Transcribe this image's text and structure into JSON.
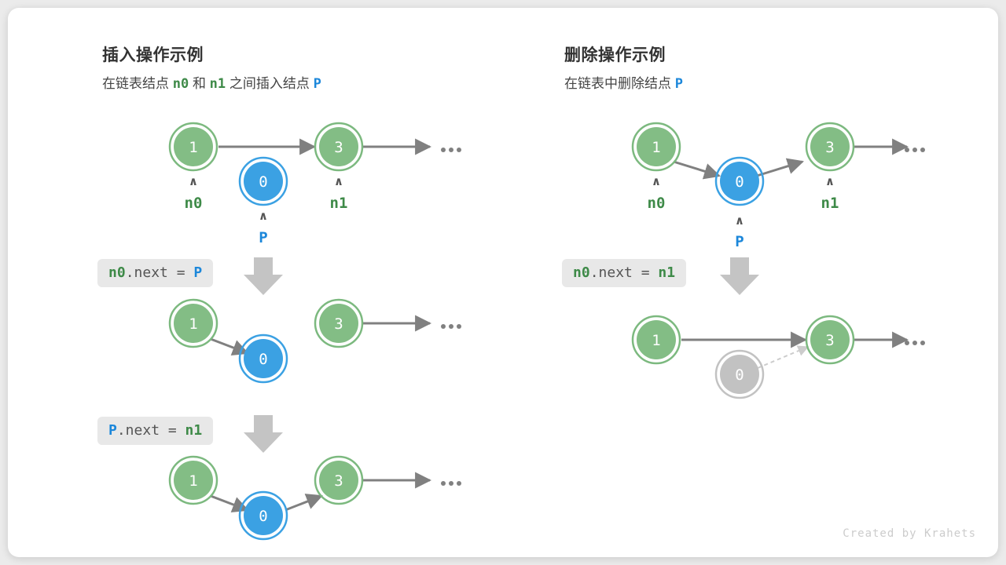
{
  "colors": {
    "node_green_fill": "#83bd85",
    "node_green_ring": "#7cb97f",
    "node_blue_fill": "#3ba1e3",
    "node_blue_ring": "#3ba1e3",
    "node_gray_fill": "#c2c2c2",
    "node_gray_ring": "#c2c2c2",
    "arrow": "#808080",
    "label_green": "#3e8a48",
    "label_blue": "#1c87da",
    "code_bg": "#e8e8e8",
    "card_bg": "#ffffff",
    "page_bg": "#ebebeb",
    "credit": "#cccccc"
  },
  "panels": [
    {
      "id": "insert",
      "title": "插入操作示例",
      "subtitle_parts": [
        {
          "text": "在链表结点 ",
          "style": "plain"
        },
        {
          "text": "n0",
          "style": "green"
        },
        {
          "text": " 和 ",
          "style": "plain"
        },
        {
          "text": "n1",
          "style": "green"
        },
        {
          "text": " 之间插入结点 ",
          "style": "plain"
        },
        {
          "text": "P",
          "style": "blue"
        }
      ],
      "steps": [
        {
          "code_parts": [
            {
              "text": "n0",
              "style": "green"
            },
            {
              "text": ".next = ",
              "style": "plain"
            },
            {
              "text": "P",
              "style": "blue"
            }
          ]
        },
        {
          "code_parts": [
            {
              "text": "P",
              "style": "blue"
            },
            {
              "text": ".next = ",
              "style": "plain"
            },
            {
              "text": "n1",
              "style": "green"
            }
          ]
        }
      ],
      "rows": [
        {
          "nodes": [
            {
              "value": "1",
              "color": "green",
              "label": "n0",
              "label_color": "green",
              "caret": true
            },
            {
              "value": "0",
              "color": "blue",
              "label": "P",
              "label_color": "blue",
              "caret": true
            },
            {
              "value": "3",
              "color": "green",
              "label": "n1",
              "label_color": "green",
              "caret": true
            }
          ],
          "ellipsis": true
        },
        {
          "nodes": [
            {
              "value": "1",
              "color": "green"
            },
            {
              "value": "0",
              "color": "blue"
            },
            {
              "value": "3",
              "color": "green"
            }
          ],
          "ellipsis": true
        },
        {
          "nodes": [
            {
              "value": "1",
              "color": "green"
            },
            {
              "value": "0",
              "color": "blue"
            },
            {
              "value": "3",
              "color": "green"
            }
          ],
          "ellipsis": true
        }
      ]
    },
    {
      "id": "delete",
      "title": "删除操作示例",
      "subtitle_parts": [
        {
          "text": "在链表中删除结点 ",
          "style": "plain"
        },
        {
          "text": "P",
          "style": "blue"
        }
      ],
      "steps": [
        {
          "code_parts": [
            {
              "text": "n0",
              "style": "green"
            },
            {
              "text": ".next = ",
              "style": "plain"
            },
            {
              "text": "n1",
              "style": "green"
            }
          ]
        }
      ],
      "rows": [
        {
          "nodes": [
            {
              "value": "1",
              "color": "green",
              "label": "n0",
              "label_color": "green",
              "caret": true
            },
            {
              "value": "0",
              "color": "blue",
              "label": "P",
              "label_color": "blue",
              "caret": true
            },
            {
              "value": "3",
              "color": "green",
              "label": "n1",
              "label_color": "green",
              "caret": true
            }
          ],
          "ellipsis": true
        },
        {
          "nodes": [
            {
              "value": "1",
              "color": "green"
            },
            {
              "value": "0",
              "color": "gray"
            },
            {
              "value": "3",
              "color": "green"
            }
          ],
          "ellipsis": true
        }
      ]
    }
  ],
  "credit": "Created by Krahets"
}
